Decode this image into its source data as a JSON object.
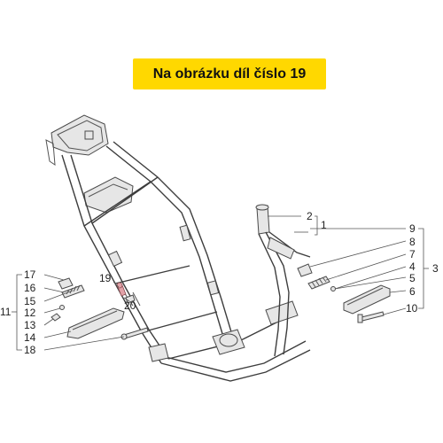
{
  "banner": {
    "text": "Na obrázku díl číslo 19"
  },
  "callouts": {
    "n1": "1",
    "n2": "2",
    "n3": "3",
    "n4": "4",
    "n5": "5",
    "n6": "6",
    "n7": "7",
    "n8": "8",
    "n9": "9",
    "n10": "10",
    "n11": "11",
    "n12": "12",
    "n13": "13",
    "n14": "14",
    "n15": "15",
    "n16": "16",
    "n17": "17",
    "n18": "18",
    "n19": "19",
    "n20": "20"
  },
  "colors": {
    "banner": "#ffd800",
    "highlight": "#e2a2a8"
  }
}
